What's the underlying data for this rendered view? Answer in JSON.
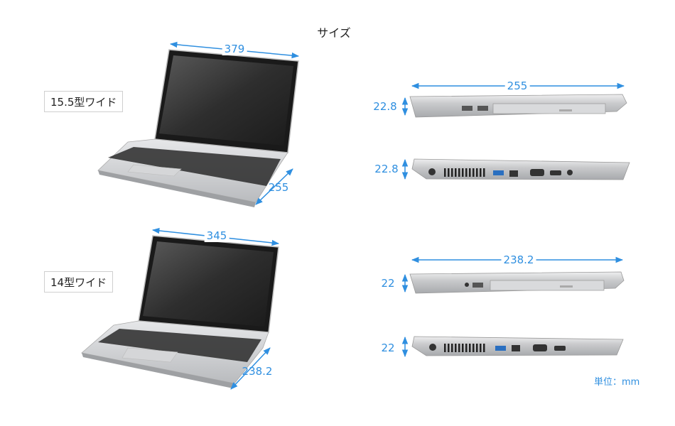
{
  "title": "サイズ",
  "accent_color": "#2f8fe0",
  "models": [
    {
      "label": "15.5型ワイド",
      "width": "379",
      "depth": "255",
      "side_width": "255",
      "height_front": "22.8",
      "height_side": "22.8"
    },
    {
      "label": "14型ワイド",
      "width": "345",
      "depth": "238.2",
      "side_width": "238.2",
      "height_front": "22",
      "height_side": "22"
    }
  ],
  "unit_label": "単位：mm"
}
